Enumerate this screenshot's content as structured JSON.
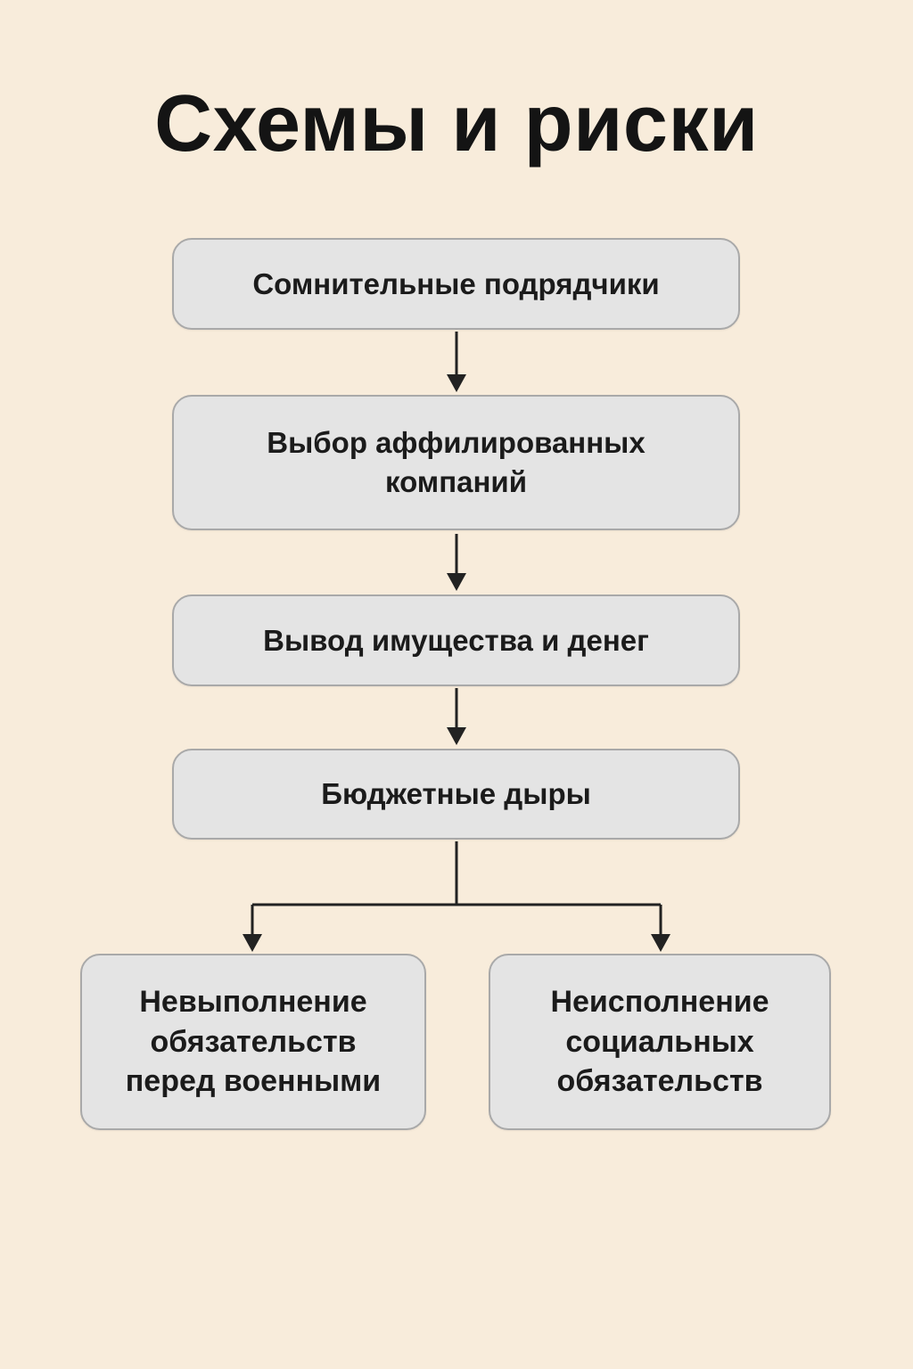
{
  "title": "Схемы и риски",
  "flow": {
    "nodes": [
      {
        "id": "dubious-contractors",
        "label": "Сомнительные подрядчики"
      },
      {
        "id": "affiliated-companies",
        "label": "Выбор аффилированных компаний"
      },
      {
        "id": "asset-withdrawal",
        "label": "Вывод имущества и денег"
      },
      {
        "id": "budget-holes",
        "label": "Бюджетные дыры"
      },
      {
        "id": "military-obligations",
        "label": "Невыполнение обязательств перед военными"
      },
      {
        "id": "social-obligations",
        "label": "Неисполнение социальных обязательств"
      }
    ]
  },
  "colors": {
    "background": "#f8ecdb",
    "node_fill": "#e4e4e4",
    "node_border": "#a9a9a9",
    "text": "#1b1b1b",
    "arrow": "#222222"
  }
}
